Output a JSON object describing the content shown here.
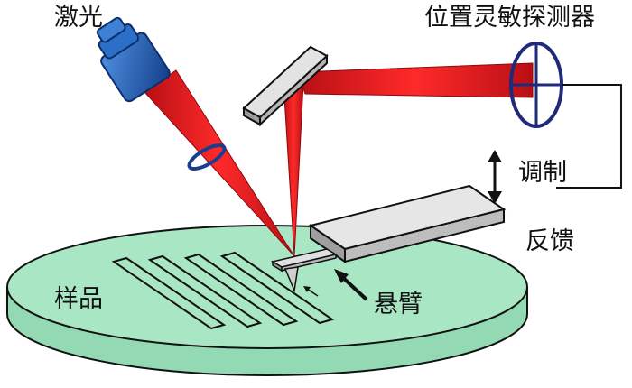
{
  "labels": {
    "laser": "激光",
    "detector": "位置灵敏探测器",
    "modulation": "调制",
    "feedback": "反馈",
    "sample": "样品",
    "cantilever": "悬臂"
  },
  "colors": {
    "sample_top": "#a9e6c4",
    "sample_side": "#93d9b3",
    "laser_beam": "#e8141b",
    "laser_source_body": "#1a5fb4",
    "mirror": "#c9c9c9",
    "detector_outline": "#1f2a7a",
    "cantilever_block": "#c8c8c8",
    "feedback_wire": "#111111"
  },
  "icons": {
    "laser_source": "laser-icon",
    "detector": "detector-icon",
    "arrow": "double-arrow-icon"
  }
}
